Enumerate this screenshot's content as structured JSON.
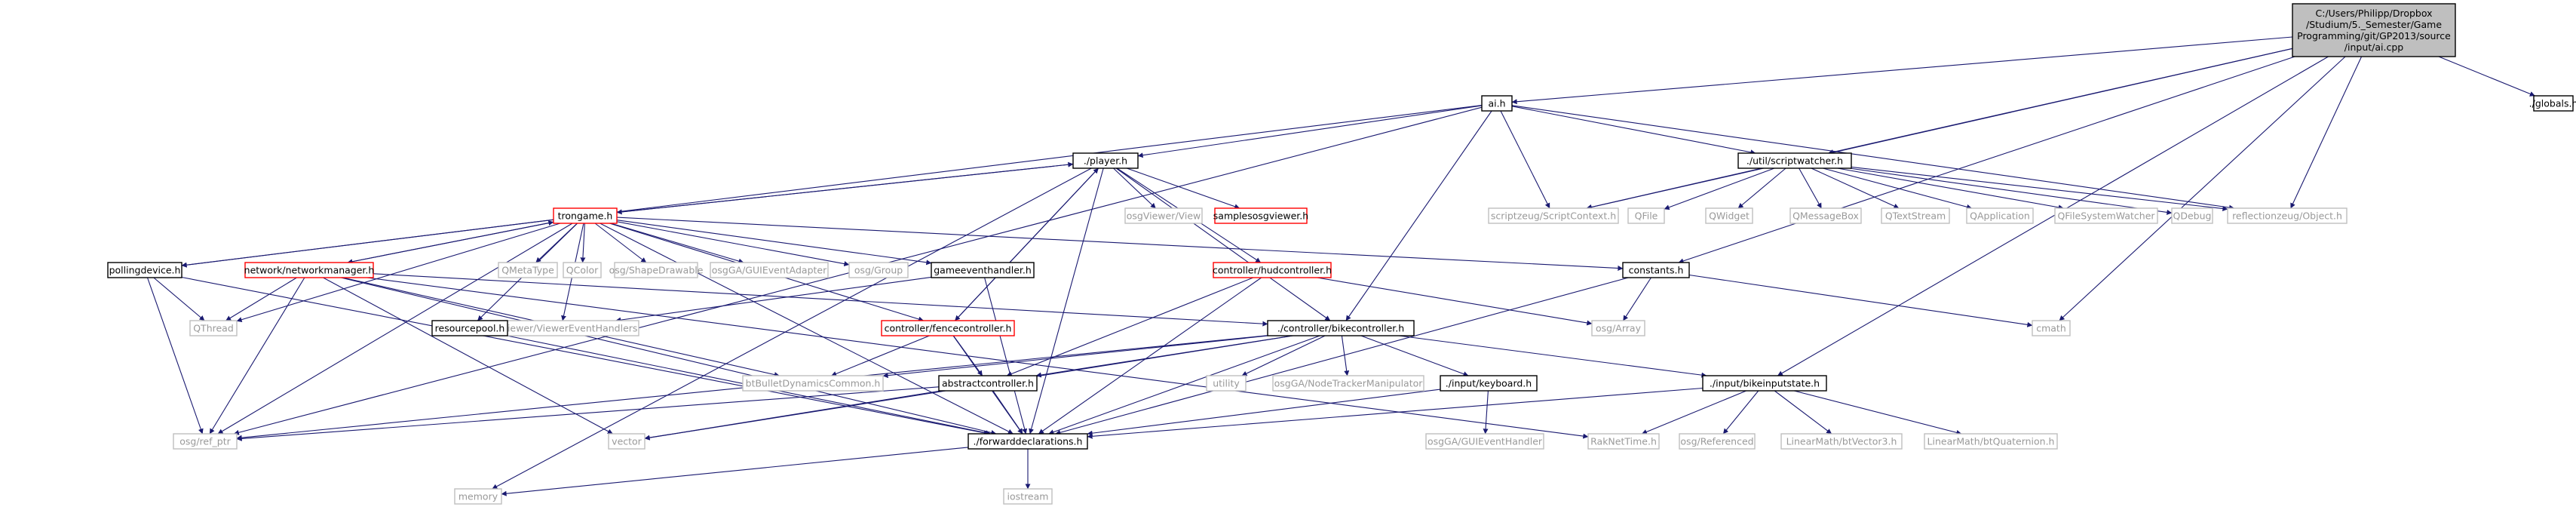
{
  "colors": {
    "edge": "#191970",
    "root_fill": "#bfbfbf",
    "normal_border": "#000000",
    "truncated_border": "#ff0000",
    "external_border": "#bfbfbf",
    "external_text": "#999999"
  },
  "nodes": [
    {
      "id": "root",
      "lines": [
        "C:/Users/Philipp/Dropbox",
        "/Studium/5._Semester/Game",
        "Programming/git/GP2013/source",
        "/input/ai.cpp"
      ],
      "style": "root"
    },
    {
      "id": "globals",
      "lines": [
        "./globals.h"
      ],
      "style": "normal"
    },
    {
      "id": "ai",
      "lines": [
        "ai.h"
      ],
      "style": "normal"
    },
    {
      "id": "player",
      "lines": [
        "./player.h"
      ],
      "style": "normal"
    },
    {
      "id": "scriptwatcher",
      "lines": [
        "./util/scriptwatcher.h"
      ],
      "style": "normal"
    },
    {
      "id": "scriptcontext",
      "lines": [
        "scriptzeug/ScriptContext.h"
      ],
      "style": "external"
    },
    {
      "id": "qfile",
      "lines": [
        "QFile"
      ],
      "style": "external"
    },
    {
      "id": "qwidget",
      "lines": [
        "QWidget"
      ],
      "style": "external"
    },
    {
      "id": "qmessagebox",
      "lines": [
        "QMessageBox"
      ],
      "style": "external"
    },
    {
      "id": "qtextstream",
      "lines": [
        "QTextStream"
      ],
      "style": "external"
    },
    {
      "id": "qapplication",
      "lines": [
        "QApplication"
      ],
      "style": "external"
    },
    {
      "id": "qfilesystemwatcher",
      "lines": [
        "QFileSystemWatcher"
      ],
      "style": "external"
    },
    {
      "id": "qdebug",
      "lines": [
        "QDebug"
      ],
      "style": "external"
    },
    {
      "id": "reflobject",
      "lines": [
        "reflectionzeug/Object.h"
      ],
      "style": "external"
    },
    {
      "id": "viewerview",
      "lines": [
        "osgViewer/View"
      ],
      "style": "external"
    },
    {
      "id": "samplesosgviewer",
      "lines": [
        "samplesosgviewer.h"
      ],
      "style": "truncated"
    },
    {
      "id": "trongame",
      "lines": [
        "trongame.h"
      ],
      "style": "truncated"
    },
    {
      "id": "hudcontroller",
      "lines": [
        "controller/hudcontroller.h"
      ],
      "style": "truncated"
    },
    {
      "id": "constants",
      "lines": [
        "constants.h"
      ],
      "style": "normal"
    },
    {
      "id": "pollingdevice",
      "lines": [
        "pollingdevice.h"
      ],
      "style": "normal"
    },
    {
      "id": "networkmanager",
      "lines": [
        "network/networkmanager.h"
      ],
      "style": "truncated"
    },
    {
      "id": "qmetatype",
      "lines": [
        "QMetaType"
      ],
      "style": "external"
    },
    {
      "id": "qcolor",
      "lines": [
        "QColor"
      ],
      "style": "external"
    },
    {
      "id": "shapedrawable",
      "lines": [
        "osg/ShapeDrawable"
      ],
      "style": "external"
    },
    {
      "id": "guieventadapter",
      "lines": [
        "osgGA/GUIEventAdapter"
      ],
      "style": "external"
    },
    {
      "id": "osggroup",
      "lines": [
        "osg/Group"
      ],
      "style": "external"
    },
    {
      "id": "gameeventhandler",
      "lines": [
        "gameeventhandler.h"
      ],
      "style": "normal"
    },
    {
      "id": "qthread",
      "lines": [
        "QThread"
      ],
      "style": "external"
    },
    {
      "id": "viewereventhandlers",
      "lines": [
        "osgViewer/ViewerEventHandlers"
      ],
      "style": "external"
    },
    {
      "id": "resourcepool",
      "lines": [
        "resourcepool.h"
      ],
      "style": "normal"
    },
    {
      "id": "bikecontroller",
      "lines": [
        "./controller/bikecontroller.h"
      ],
      "style": "normal"
    },
    {
      "id": "fencecontroller",
      "lines": [
        "controller/fencecontroller.h"
      ],
      "style": "truncated"
    },
    {
      "id": "osgarray",
      "lines": [
        "osg/Array"
      ],
      "style": "external"
    },
    {
      "id": "cmath",
      "lines": [
        "cmath"
      ],
      "style": "external"
    },
    {
      "id": "btbullet",
      "lines": [
        "btBulletDynamicsCommon.h"
      ],
      "style": "external"
    },
    {
      "id": "abstractcontroller",
      "lines": [
        "abstractcontroller.h"
      ],
      "style": "normal"
    },
    {
      "id": "utility",
      "lines": [
        "utility"
      ],
      "style": "external"
    },
    {
      "id": "nodetracker",
      "lines": [
        "osgGA/NodeTrackerManipulator"
      ],
      "style": "external"
    },
    {
      "id": "keyboard",
      "lines": [
        "./input/keyboard.h"
      ],
      "style": "normal"
    },
    {
      "id": "bikeinputstate",
      "lines": [
        "./input/bikeinputstate.h"
      ],
      "style": "normal"
    },
    {
      "id": "refptr",
      "lines": [
        "osg/ref_ptr"
      ],
      "style": "external"
    },
    {
      "id": "vector",
      "lines": [
        "vector"
      ],
      "style": "external"
    },
    {
      "id": "forwarddecl",
      "lines": [
        "./forwarddeclarations.h"
      ],
      "style": "normal"
    },
    {
      "id": "guieventhandler",
      "lines": [
        "osgGA/GUIEventHandler"
      ],
      "style": "external"
    },
    {
      "id": "raknettime",
      "lines": [
        "RakNetTime.h"
      ],
      "style": "external"
    },
    {
      "id": "osgreferenced",
      "lines": [
        "osg/Referenced"
      ],
      "style": "external"
    },
    {
      "id": "btvector3",
      "lines": [
        "LinearMath/btVector3.h"
      ],
      "style": "external"
    },
    {
      "id": "btquaternion",
      "lines": [
        "LinearMath/btQuaternion.h"
      ],
      "style": "external"
    },
    {
      "id": "memory",
      "lines": [
        "memory"
      ],
      "style": "external"
    },
    {
      "id": "iostream",
      "lines": [
        "iostream"
      ],
      "style": "external"
    }
  ],
  "edges": [
    [
      "root",
      "globals"
    ],
    [
      "root",
      "ai"
    ],
    [
      "root",
      "scriptcontext"
    ],
    [
      "root",
      "reflobject"
    ],
    [
      "root",
      "constants"
    ],
    [
      "root",
      "cmath"
    ],
    [
      "root",
      "bikeinputstate"
    ],
    [
      "root",
      "scriptwatcher"
    ],
    [
      "ai",
      "player"
    ],
    [
      "ai",
      "scriptwatcher"
    ],
    [
      "ai",
      "scriptcontext"
    ],
    [
      "ai",
      "reflobject"
    ],
    [
      "ai",
      "bikecontroller"
    ],
    [
      "ai",
      "refptr"
    ],
    [
      "ai",
      "pollingdevice"
    ],
    [
      "player",
      "trongame"
    ],
    [
      "player",
      "viewerview"
    ],
    [
      "player",
      "samplesosgviewer"
    ],
    [
      "player",
      "hudcontroller"
    ],
    [
      "player",
      "bikecontroller"
    ],
    [
      "player",
      "fencecontroller"
    ],
    [
      "player",
      "forwarddecl"
    ],
    [
      "player",
      "memory"
    ],
    [
      "scriptwatcher",
      "scriptcontext"
    ],
    [
      "scriptwatcher",
      "qfile"
    ],
    [
      "scriptwatcher",
      "qwidget"
    ],
    [
      "scriptwatcher",
      "qmessagebox"
    ],
    [
      "scriptwatcher",
      "qtextstream"
    ],
    [
      "scriptwatcher",
      "qapplication"
    ],
    [
      "scriptwatcher",
      "qfilesystemwatcher"
    ],
    [
      "scriptwatcher",
      "qdebug"
    ],
    [
      "scriptwatcher",
      "reflobject"
    ],
    [
      "trongame",
      "qmetatype"
    ],
    [
      "trongame",
      "qcolor"
    ],
    [
      "trongame",
      "shapedrawable"
    ],
    [
      "trongame",
      "guieventadapter"
    ],
    [
      "trongame",
      "osggroup"
    ],
    [
      "trongame",
      "gameeventhandler"
    ],
    [
      "trongame",
      "constants"
    ],
    [
      "trongame",
      "networkmanager"
    ],
    [
      "trongame",
      "pollingdevice"
    ],
    [
      "trongame",
      "qthread"
    ],
    [
      "trongame",
      "resourcepool"
    ],
    [
      "trongame",
      "viewereventhandlers"
    ],
    [
      "trongame",
      "refptr"
    ],
    [
      "trongame",
      "forwarddecl"
    ],
    [
      "trongame",
      "player"
    ],
    [
      "trongame",
      "fencecontroller"
    ],
    [
      "networkmanager",
      "trongame"
    ],
    [
      "networkmanager",
      "qthread"
    ],
    [
      "networkmanager",
      "refptr"
    ],
    [
      "networkmanager",
      "vector"
    ],
    [
      "networkmanager",
      "forwarddecl"
    ],
    [
      "networkmanager",
      "raknettime"
    ],
    [
      "networkmanager",
      "bikecontroller"
    ],
    [
      "networkmanager",
      "btbullet"
    ],
    [
      "pollingdevice",
      "qthread"
    ],
    [
      "pollingdevice",
      "refptr"
    ],
    [
      "pollingdevice",
      "forwarddecl"
    ],
    [
      "gameeventhandler",
      "viewereventhandlers"
    ],
    [
      "gameeventhandler",
      "forwarddecl"
    ],
    [
      "resourcepool",
      "forwarddecl"
    ],
    [
      "hudcontroller",
      "osgarray"
    ],
    [
      "hudcontroller",
      "abstractcontroller"
    ],
    [
      "hudcontroller",
      "forwarddecl"
    ],
    [
      "constants",
      "osgarray"
    ],
    [
      "constants",
      "cmath"
    ],
    [
      "constants",
      "forwarddecl"
    ],
    [
      "bikecontroller",
      "btbullet"
    ],
    [
      "bikecontroller",
      "abstractcontroller"
    ],
    [
      "bikecontroller",
      "utility"
    ],
    [
      "bikecontroller",
      "nodetracker"
    ],
    [
      "bikecontroller",
      "keyboard"
    ],
    [
      "bikecontroller",
      "bikeinputstate"
    ],
    [
      "bikecontroller",
      "forwarddecl"
    ],
    [
      "bikecontroller",
      "refptr"
    ],
    [
      "bikecontroller",
      "vector"
    ],
    [
      "fencecontroller",
      "btbullet"
    ],
    [
      "fencecontroller",
      "abstractcontroller"
    ],
    [
      "fencecontroller",
      "forwarddecl"
    ],
    [
      "fencecontroller",
      "player"
    ],
    [
      "abstractcontroller",
      "refptr"
    ],
    [
      "abstractcontroller",
      "vector"
    ],
    [
      "abstractcontroller",
      "forwarddecl"
    ],
    [
      "keyboard",
      "guieventhandler"
    ],
    [
      "keyboard",
      "forwarddecl"
    ],
    [
      "bikeinputstate",
      "raknettime"
    ],
    [
      "bikeinputstate",
      "osgreferenced"
    ],
    [
      "bikeinputstate",
      "btvector3"
    ],
    [
      "bikeinputstate",
      "btquaternion"
    ],
    [
      "bikeinputstate",
      "forwarddecl"
    ],
    [
      "forwarddecl",
      "memory"
    ],
    [
      "forwarddecl",
      "iostream"
    ]
  ]
}
